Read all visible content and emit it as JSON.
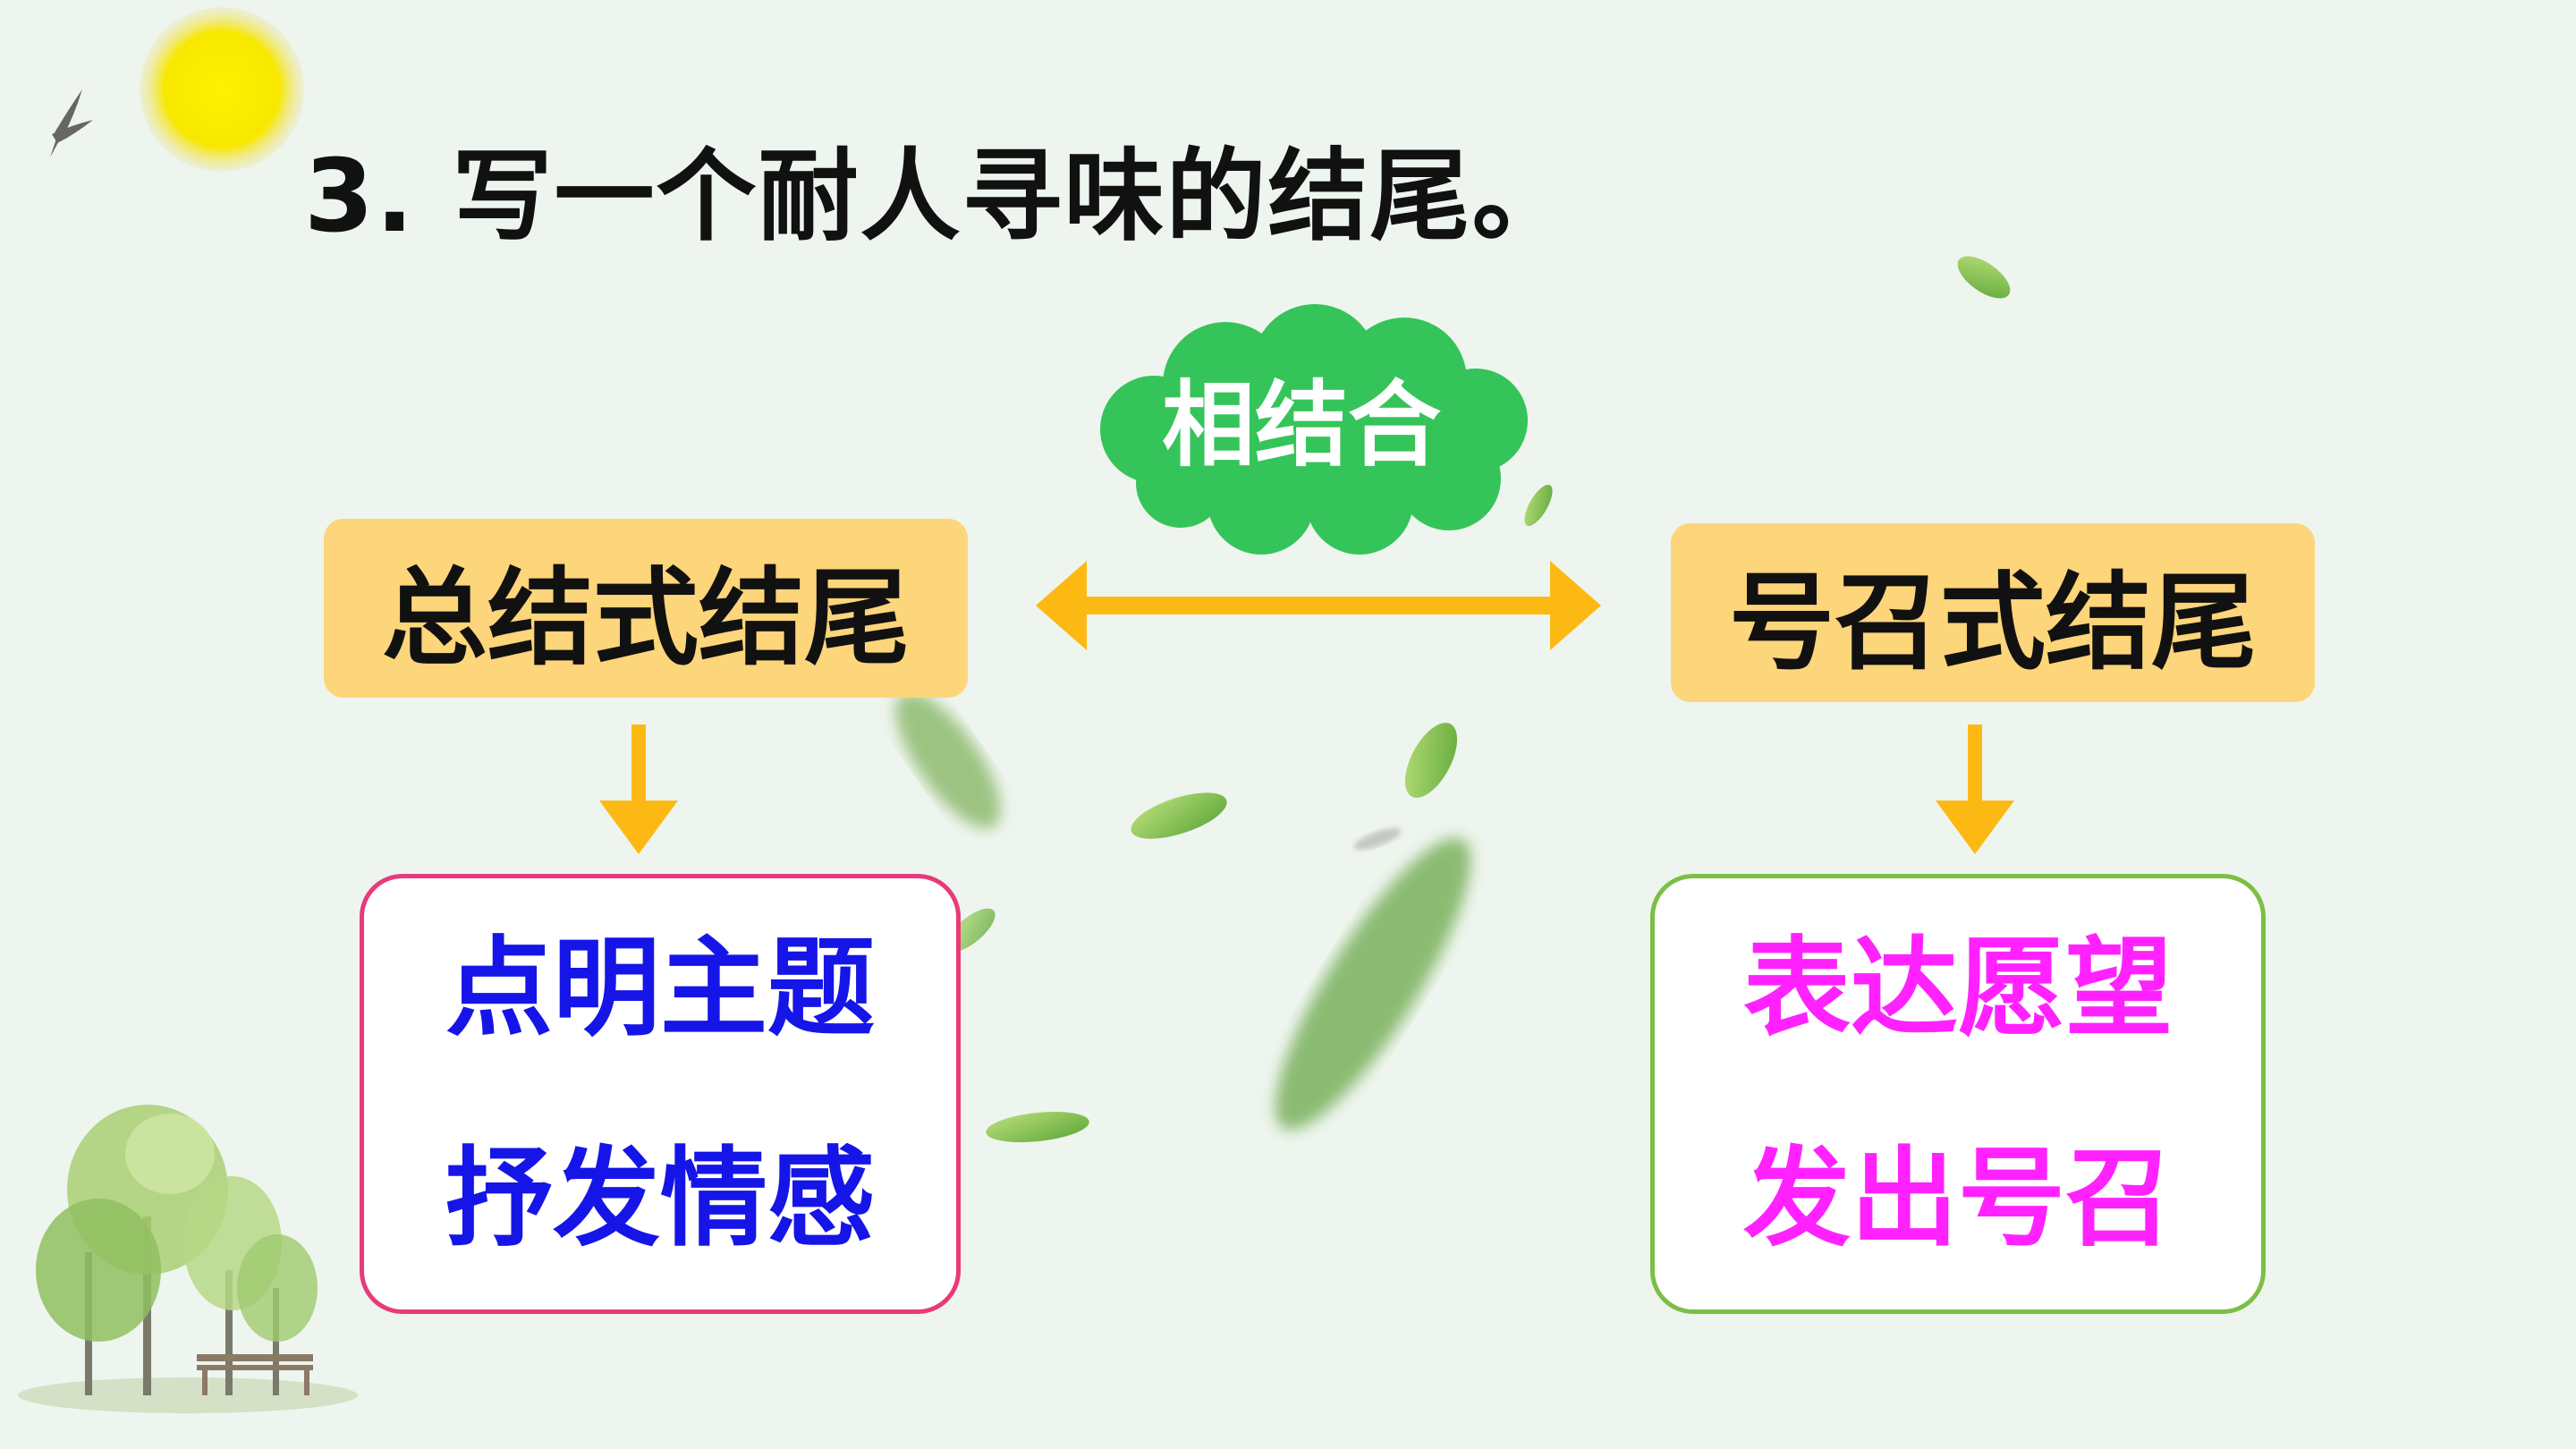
{
  "title": "3. 写一个耐人寻味的结尾。",
  "connector": {
    "label": "相结合"
  },
  "left": {
    "heading": "总结式结尾",
    "points": [
      "点明主题",
      "抒发情感"
    ]
  },
  "right": {
    "heading": "号召式结尾",
    "points": [
      "表达愿望",
      "发出号召"
    ]
  },
  "colors": {
    "background": "#eef5ee",
    "heading_box": "#fdd57a",
    "arrow": "#fdb913",
    "cloud": "#35c45a",
    "left_text": "#1515e8",
    "right_text": "#ff22ff",
    "left_border": "#e83a7a",
    "right_border": "#7cbf46"
  }
}
